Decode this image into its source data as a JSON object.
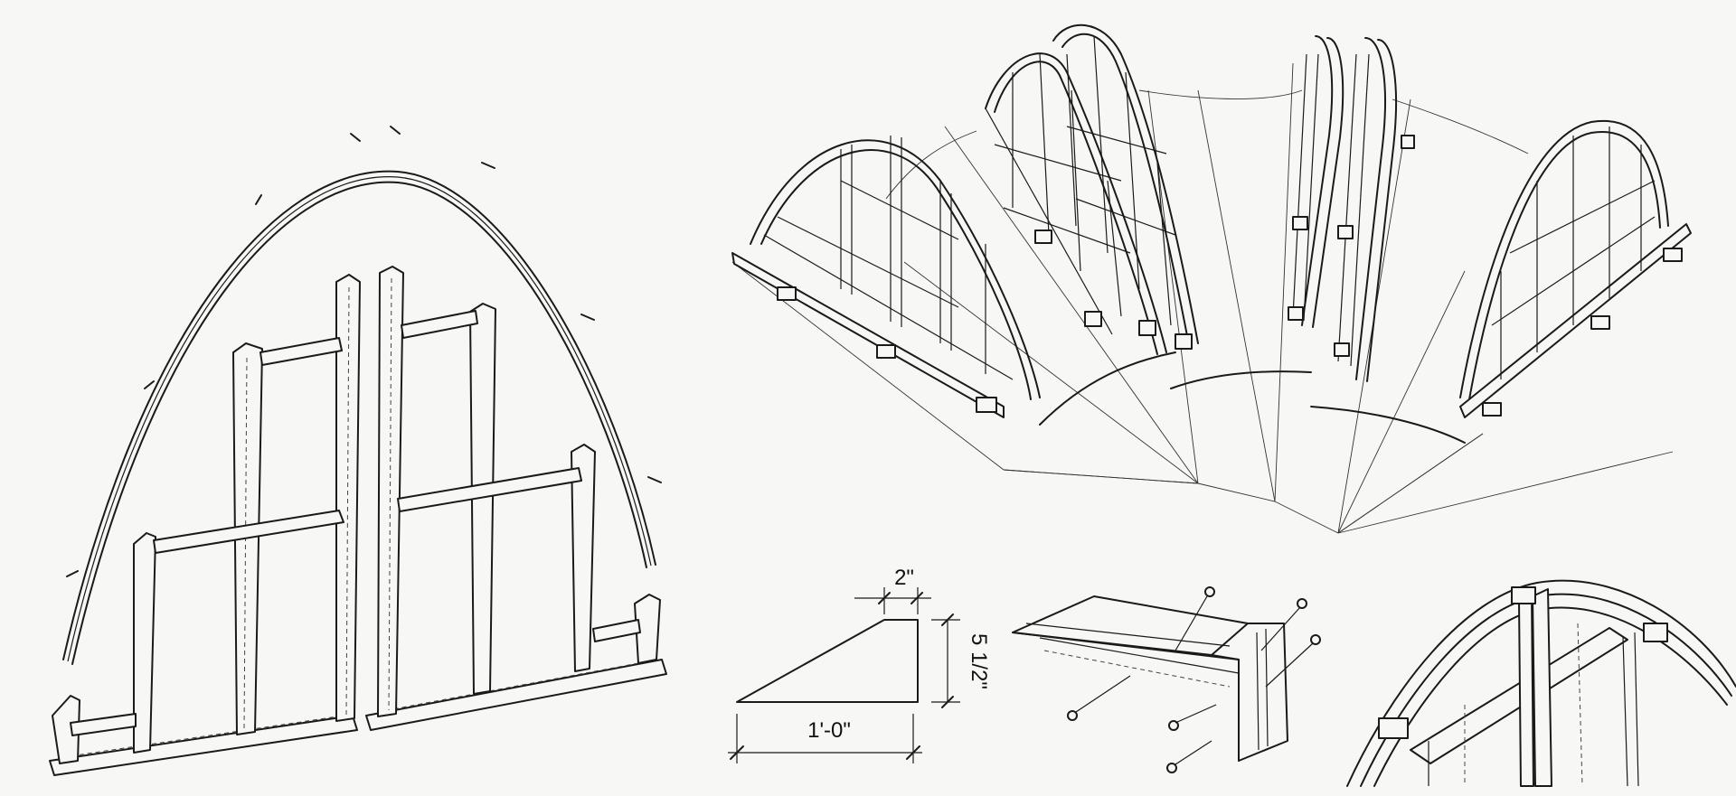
{
  "dimensions": {
    "top": "2\"",
    "side": "5 1/2\"",
    "bottom": "1'-0\""
  },
  "colors": {
    "paper": "#f7f7f5",
    "ink": "#1a1a1a"
  }
}
